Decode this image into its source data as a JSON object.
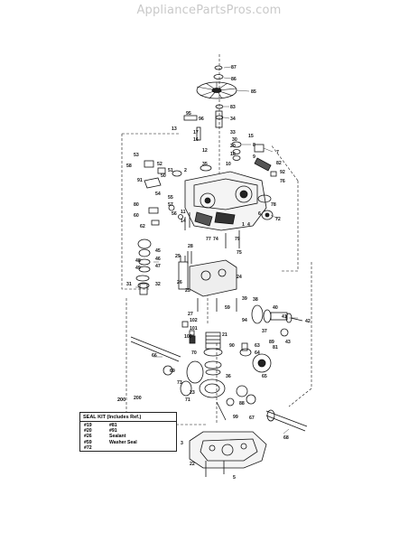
{
  "watermark": "AppliancePartsPros.com",
  "seal_kit": {
    "number": "200",
    "title": "SEAL KIT (Includes Ref.)",
    "col1": [
      "#19",
      "#20",
      "#26",
      "#59",
      "#72"
    ],
    "col2": [
      "#81",
      "#91",
      "Sealant",
      "Washer Seal",
      ""
    ]
  },
  "part_labels": [
    "87",
    "86",
    "85",
    "83",
    "95",
    "96",
    "34",
    "13",
    "33",
    "30",
    "15",
    "12",
    "20",
    "18",
    "8",
    "7",
    "35",
    "10",
    "9",
    "53",
    "52",
    "51",
    "2",
    "50",
    "58",
    "92",
    "91",
    "54",
    "55",
    "56",
    "57",
    "82",
    "78",
    "80",
    "76",
    "77",
    "60",
    "11",
    "14",
    "62",
    "72",
    "4",
    "1",
    "74",
    "79",
    "75",
    "48",
    "49",
    "47",
    "46",
    "45",
    "32",
    "31",
    "28",
    "29",
    "24",
    "25",
    "38",
    "26",
    "27",
    "59",
    "39",
    "40",
    "41",
    "42",
    "102",
    "101",
    "100",
    "21",
    "63",
    "64",
    "65",
    "66",
    "69",
    "73",
    "70",
    "36",
    "23",
    "71",
    "67",
    "68",
    "22",
    "3",
    "200",
    "81",
    "99",
    "37",
    "43",
    "16",
    "17",
    "94",
    "90",
    "89",
    "88",
    "5",
    "6"
  ]
}
